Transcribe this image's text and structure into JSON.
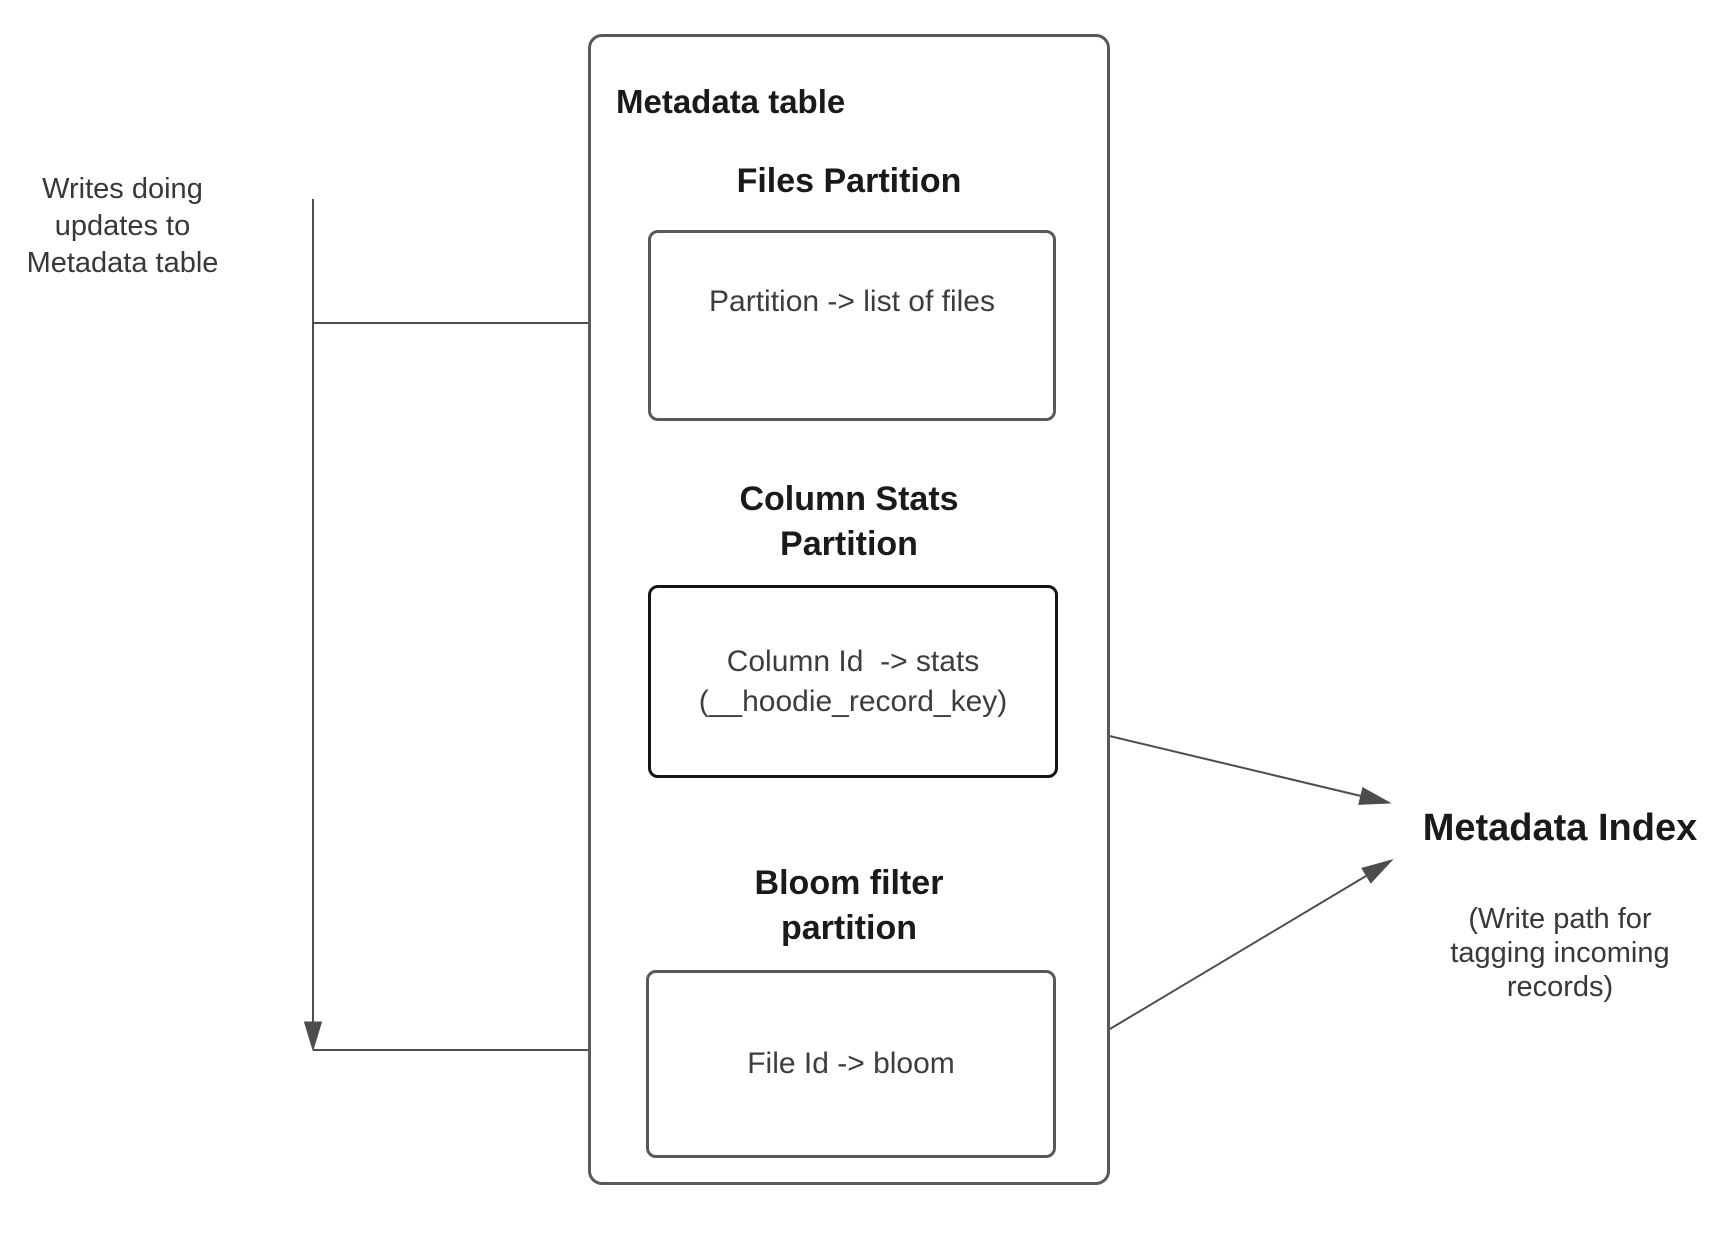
{
  "colors": {
    "background": "#ffffff",
    "box_border": "#595959",
    "emphasis_box_border": "#141414",
    "connector": "#4d4d4d",
    "heading_text": "#1a1a1a",
    "body_text": "#3d3d3d"
  },
  "left_note": {
    "lines": [
      "Writes doing",
      "updates to",
      "Metadata table"
    ]
  },
  "metadata_table": {
    "title": "Metadata table",
    "sections": [
      {
        "heading_lines": [
          "Files Partition"
        ],
        "box_text_lines": [
          "Partition -> list of files"
        ]
      },
      {
        "heading_lines": [
          "Column Stats",
          "Partition"
        ],
        "box_text_lines": [
          "Column Id  -> stats",
          "(__hoodie_record_key)"
        ]
      },
      {
        "heading_lines": [
          "Bloom filter",
          "partition"
        ],
        "box_text_lines": [
          "File Id -> bloom"
        ]
      }
    ]
  },
  "metadata_index": {
    "title": "Metadata Index",
    "subtitle_lines": [
      "(Write path for",
      "tagging incoming",
      "records)"
    ]
  }
}
